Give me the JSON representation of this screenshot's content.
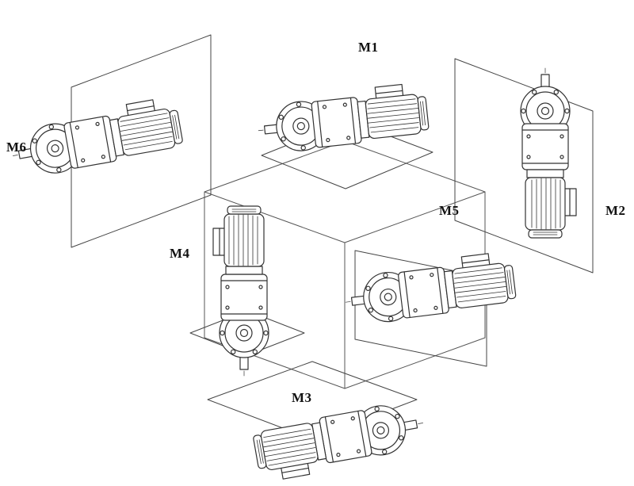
{
  "figure": {
    "description": "Gearmotor mounting positions diagram around an isometric cube",
    "labels": {
      "m1": "M1",
      "m2": "M2",
      "m3": "M3",
      "m4": "M4",
      "m5": "M5",
      "m6": "M6"
    },
    "colors": {
      "line": "#333333",
      "construction_line": "#555555",
      "background": "#ffffff"
    }
  }
}
